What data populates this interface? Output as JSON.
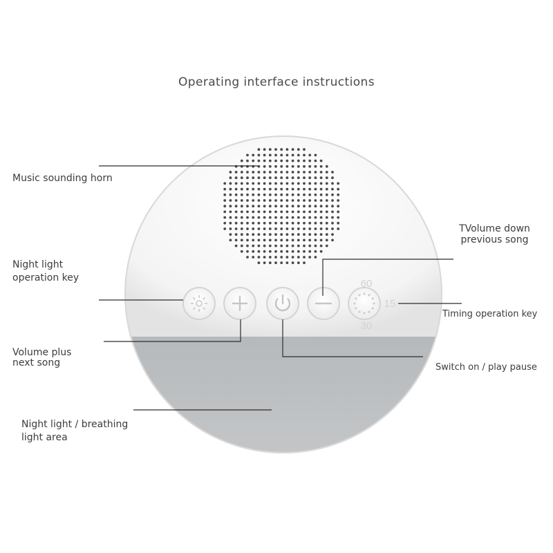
{
  "title": "Operating interface instructions",
  "labels": {
    "speaker": "Music sounding horn",
    "night_light_key": "Night light\noperation key",
    "volume_plus": "Volume plus\nnext song",
    "night_light_area": "Night light / breathing\nlight area",
    "volume_down": "TVolume down\nprevious song",
    "timing_key": "Timing operation key",
    "switch_on": "Switch on / play pause"
  },
  "timer_marks": {
    "top": "60",
    "right": "15",
    "bottom": "30"
  },
  "colors": {
    "device_top": "#f7f7f7",
    "device_bottom": "#b9bcbe",
    "speaker_dots": "#4a4a4a",
    "leader_lines": "#2b2b2b",
    "button_ring": "#d6d6d6"
  }
}
